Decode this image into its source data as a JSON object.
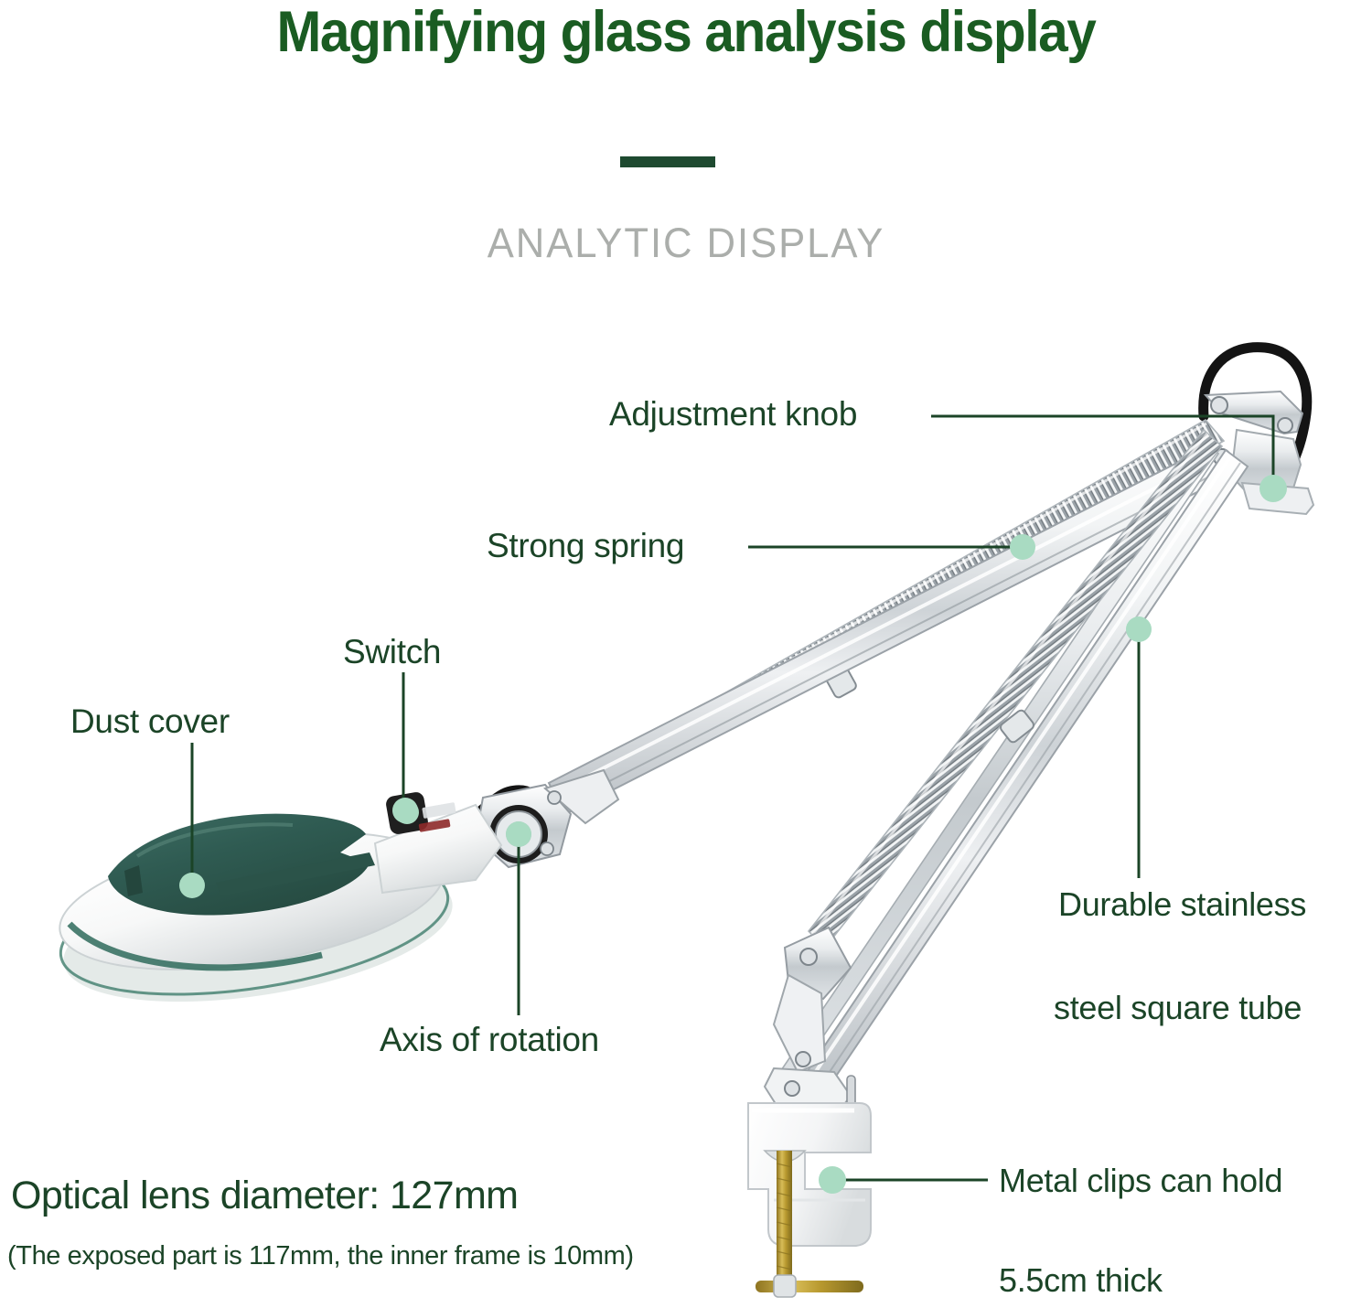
{
  "header": {
    "title": "Magnifying glass analysis display",
    "divider": "divider-bar",
    "subtitle": "ANALYTIC DISPLAY"
  },
  "callouts": [
    {
      "id": "adjustment-knob",
      "label": "Adjustment knob"
    },
    {
      "id": "strong-spring",
      "label": "Strong spring"
    },
    {
      "id": "switch",
      "label": "Switch"
    },
    {
      "id": "dust-cover",
      "label": "Dust cover"
    },
    {
      "id": "axis-of-rotation",
      "label": "Axis of rotation"
    },
    {
      "id": "durable-steel-1",
      "label": "Durable stainless"
    },
    {
      "id": "durable-steel-2",
      "label": "steel square tube"
    },
    {
      "id": "metal-clips-1",
      "label": "Metal clips can hold"
    },
    {
      "id": "metal-clips-2",
      "label": "5.5cm thick"
    }
  ],
  "specs": {
    "lens_diameter": "Optical lens diameter: 127mm",
    "lens_note": "(The exposed part is 117mm, the inner frame is 10mm)"
  },
  "colors": {
    "title_green": "#1a5c22",
    "label_green": "#1b4427",
    "subtitle_grey": "#abaeab",
    "divider_green": "#1e4a30",
    "dot_mint": "#a9dbc2",
    "cover_teal": "#2d5a52",
    "lens_rim_green": "#2f6b5c",
    "housing_white": "#fbfbfb",
    "metal_grey": "#c9ccd0",
    "brass": "#c8a93c",
    "cable_black": "#1a1a1a"
  },
  "product": {
    "name": "clamp-mount magnifying lamp",
    "parts": [
      "lamp-head",
      "dust-cover",
      "lens",
      "switch-knob",
      "rotation-joint",
      "upper-arm",
      "upper-spring",
      "lower-arm",
      "lower-spring",
      "mount-bracket",
      "power-cable",
      "desk-clamp",
      "clamp-screw"
    ]
  }
}
